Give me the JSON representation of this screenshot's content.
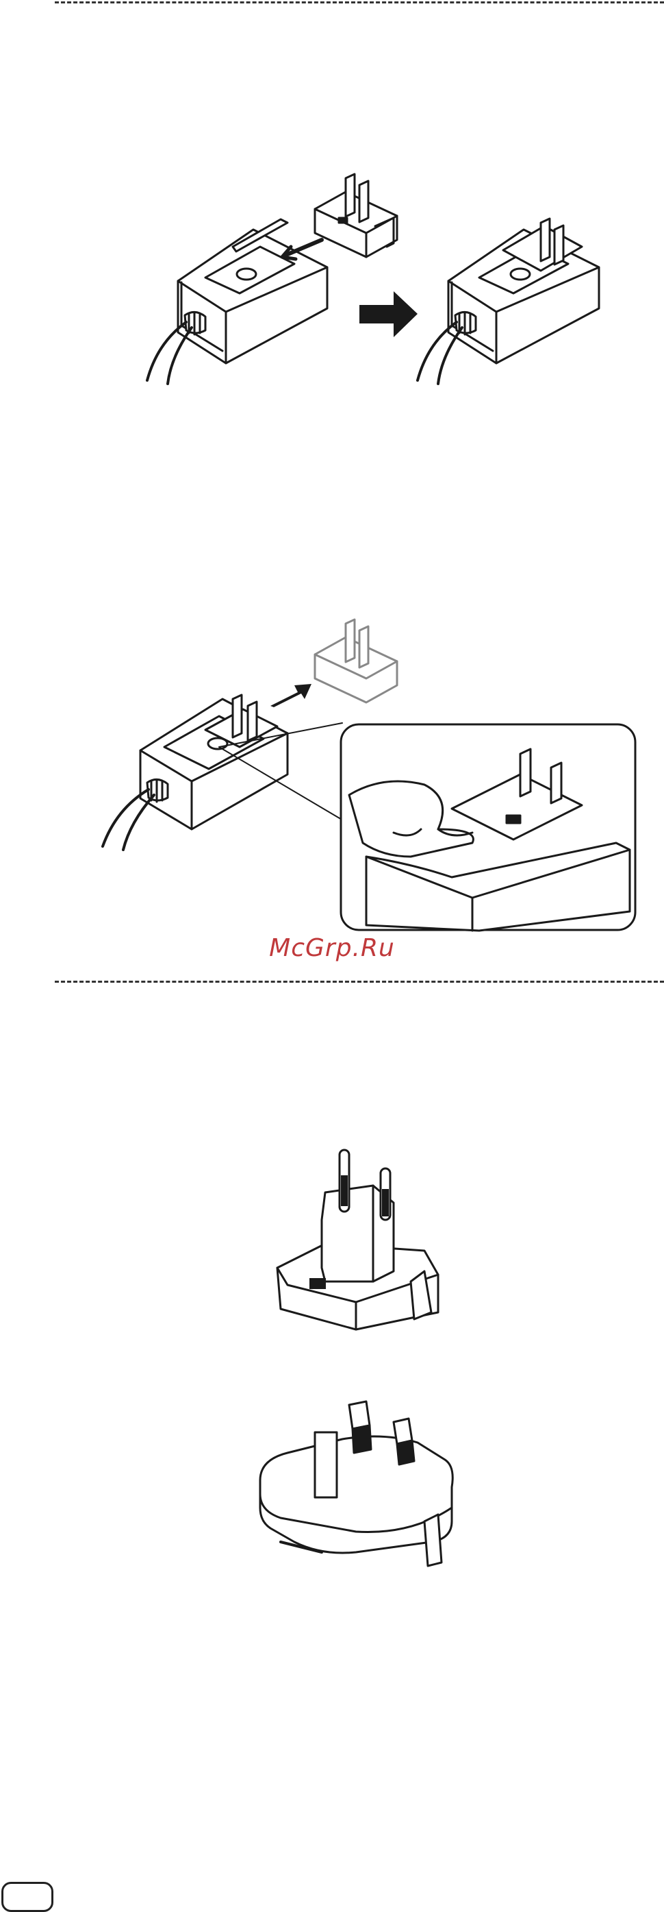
{
  "watermark": {
    "text": "McGrp.Ru"
  },
  "figures": [
    {
      "name": "attach-plug-adapter",
      "icon": "ac-adapter-attach-illustration"
    },
    {
      "name": "remove-plug-adapter",
      "icon": "ac-adapter-remove-illustration"
    },
    {
      "name": "eu-plug-adapter",
      "icon": "eu-plug-illustration"
    },
    {
      "name": "uk-plug-adapter",
      "icon": "uk-plug-illustration"
    }
  ],
  "colors": {
    "ink": "#1a1a1a",
    "watermark": "#c0393b",
    "divider": "#333333"
  }
}
